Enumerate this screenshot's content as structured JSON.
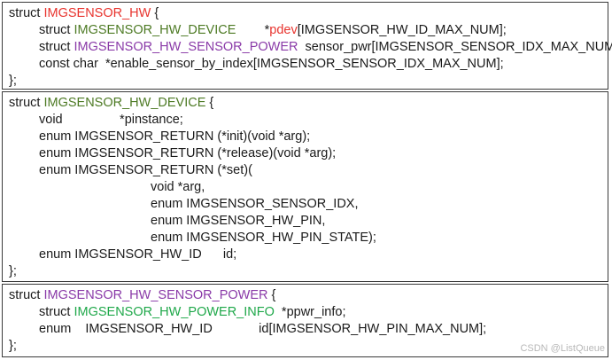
{
  "blocks": [
    {
      "lines": [
        {
          "indent": 0,
          "parts": [
            {
              "t": "struct "
            },
            {
              "t": "IMGSENSOR_HW",
              "c": "red"
            },
            {
              "t": " {"
            }
          ]
        },
        {
          "indent": 1,
          "parts": [
            {
              "t": "struct "
            },
            {
              "t": "IMGSENSOR_HW_DEVICE",
              "c": "olive"
            },
            {
              "t": "        *"
            },
            {
              "t": "pdev",
              "c": "red"
            },
            {
              "t": "[IMGSENSOR_HW_ID_MAX_NUM];"
            }
          ]
        },
        {
          "indent": 1,
          "parts": [
            {
              "t": "struct "
            },
            {
              "t": "IMGSENSOR_HW_SENSOR_POWER",
              "c": "purple"
            },
            {
              "t": "  sensor_pwr[IMGSENSOR_SENSOR_IDX_MAX_NUM];"
            }
          ]
        },
        {
          "indent": 1,
          "parts": [
            {
              "t": "const char  *enable_sensor_by_index[IMGSENSOR_SENSOR_IDX_MAX_NUM];"
            }
          ]
        },
        {
          "indent": 0,
          "parts": [
            {
              "t": "};"
            }
          ]
        }
      ]
    },
    {
      "lines": [
        {
          "indent": 0,
          "parts": [
            {
              "t": "struct "
            },
            {
              "t": "IMGSENSOR_HW_DEVICE",
              "c": "olive"
            },
            {
              "t": " {"
            }
          ]
        },
        {
          "indent": 1,
          "parts": [
            {
              "t": "void                *pinstance;"
            }
          ]
        },
        {
          "indent": 1,
          "parts": [
            {
              "t": "enum IMGSENSOR_RETURN (*init)(void *arg);"
            }
          ]
        },
        {
          "indent": 1,
          "parts": [
            {
              "t": "enum IMGSENSOR_RETURN (*release)(void *arg);"
            }
          ]
        },
        {
          "indent": 1,
          "parts": [
            {
              "t": "enum IMGSENSOR_RETURN (*set)("
            }
          ]
        },
        {
          "indent": 2,
          "parts": [
            {
              "t": "void *arg,"
            }
          ]
        },
        {
          "indent": 2,
          "parts": [
            {
              "t": "enum IMGSENSOR_SENSOR_IDX,"
            }
          ]
        },
        {
          "indent": 2,
          "parts": [
            {
              "t": "enum IMGSENSOR_HW_PIN,"
            }
          ]
        },
        {
          "indent": 2,
          "parts": [
            {
              "t": "enum IMGSENSOR_HW_PIN_STATE);"
            }
          ]
        },
        {
          "indent": 1,
          "parts": [
            {
              "t": "enum IMGSENSOR_HW_ID      id;"
            }
          ]
        },
        {
          "indent": 0,
          "parts": [
            {
              "t": "};"
            }
          ]
        }
      ]
    },
    {
      "lines": [
        {
          "indent": 0,
          "parts": [
            {
              "t": "struct "
            },
            {
              "t": "IMGSENSOR_HW_SENSOR_POWER",
              "c": "purple"
            },
            {
              "t": " {"
            }
          ]
        },
        {
          "indent": 1,
          "parts": [
            {
              "t": "struct "
            },
            {
              "t": "IMGSENSOR_HW_POWER_INFO",
              "c": "green"
            },
            {
              "t": "  *ppwr_info;"
            }
          ]
        },
        {
          "indent": 1,
          "parts": [
            {
              "t": "enum    IMGSENSOR_HW_ID             id[IMGSENSOR_HW_PIN_MAX_NUM];"
            }
          ]
        },
        {
          "indent": 0,
          "parts": [
            {
              "t": "};"
            }
          ]
        }
      ]
    }
  ],
  "watermark": "CSDN @ListQueue",
  "colors": {
    "red": "#e8342e",
    "olive": "#4d7a24",
    "purple": "#8a3aa8",
    "green": "#1fa84a",
    "text": "#1a1a1a"
  }
}
